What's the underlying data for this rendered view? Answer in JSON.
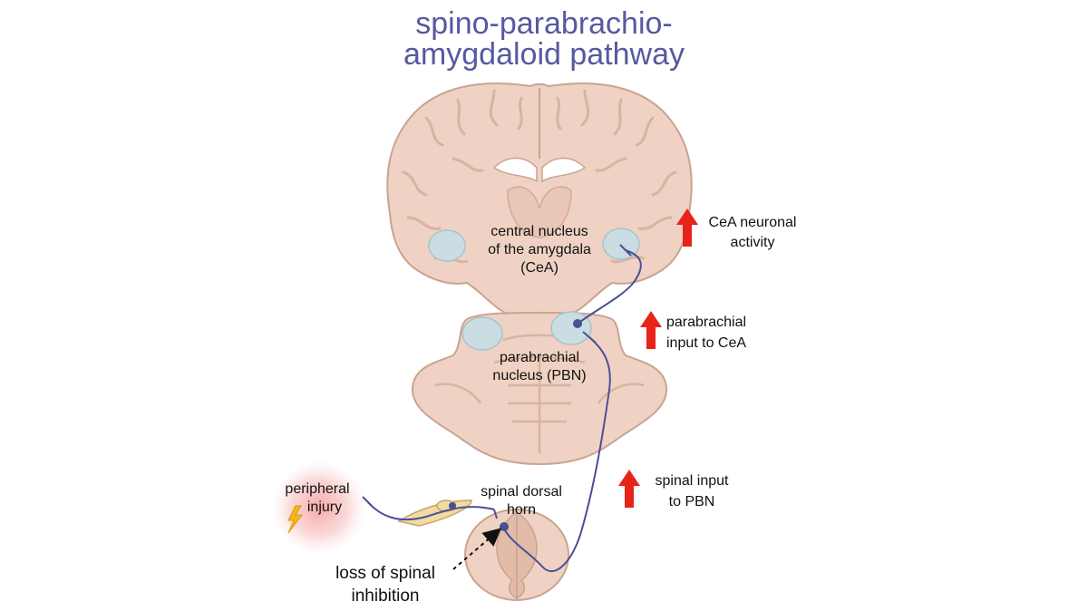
{
  "title": {
    "line1": "spino-parabrachio-",
    "line2": "amygdaloid pathway"
  },
  "labels": {
    "cea": [
      "central nucleus",
      "of the amygdala",
      "(CeA)"
    ],
    "pbn": [
      "parabrachial",
      "nucleus (PBN)"
    ],
    "dorsal_horn": [
      "spinal dorsal",
      "horn"
    ],
    "injury": [
      "peripheral",
      "injury"
    ],
    "loss": [
      "loss of spinal",
      "inhibition"
    ]
  },
  "changes": [
    {
      "lines": [
        "CeA neuronal",
        "activity"
      ],
      "arrow": "up-arrow"
    },
    {
      "lines": [
        "parabrachial",
        "input to CeA"
      ],
      "arrow": "up-arrow"
    },
    {
      "lines": [
        "spinal input",
        "to PBN"
      ],
      "arrow": "up-arrow"
    }
  ],
  "colors": {
    "title": "#555aa0",
    "tissue": "#efd2c3",
    "tissue_dark": "#c9a391",
    "nucleus": "#c9dde3",
    "pathway": "#4a4f96",
    "increase_arrow": "#e8231a",
    "injury_glow": "#f28b8b",
    "lightning": "#f2b81c"
  }
}
